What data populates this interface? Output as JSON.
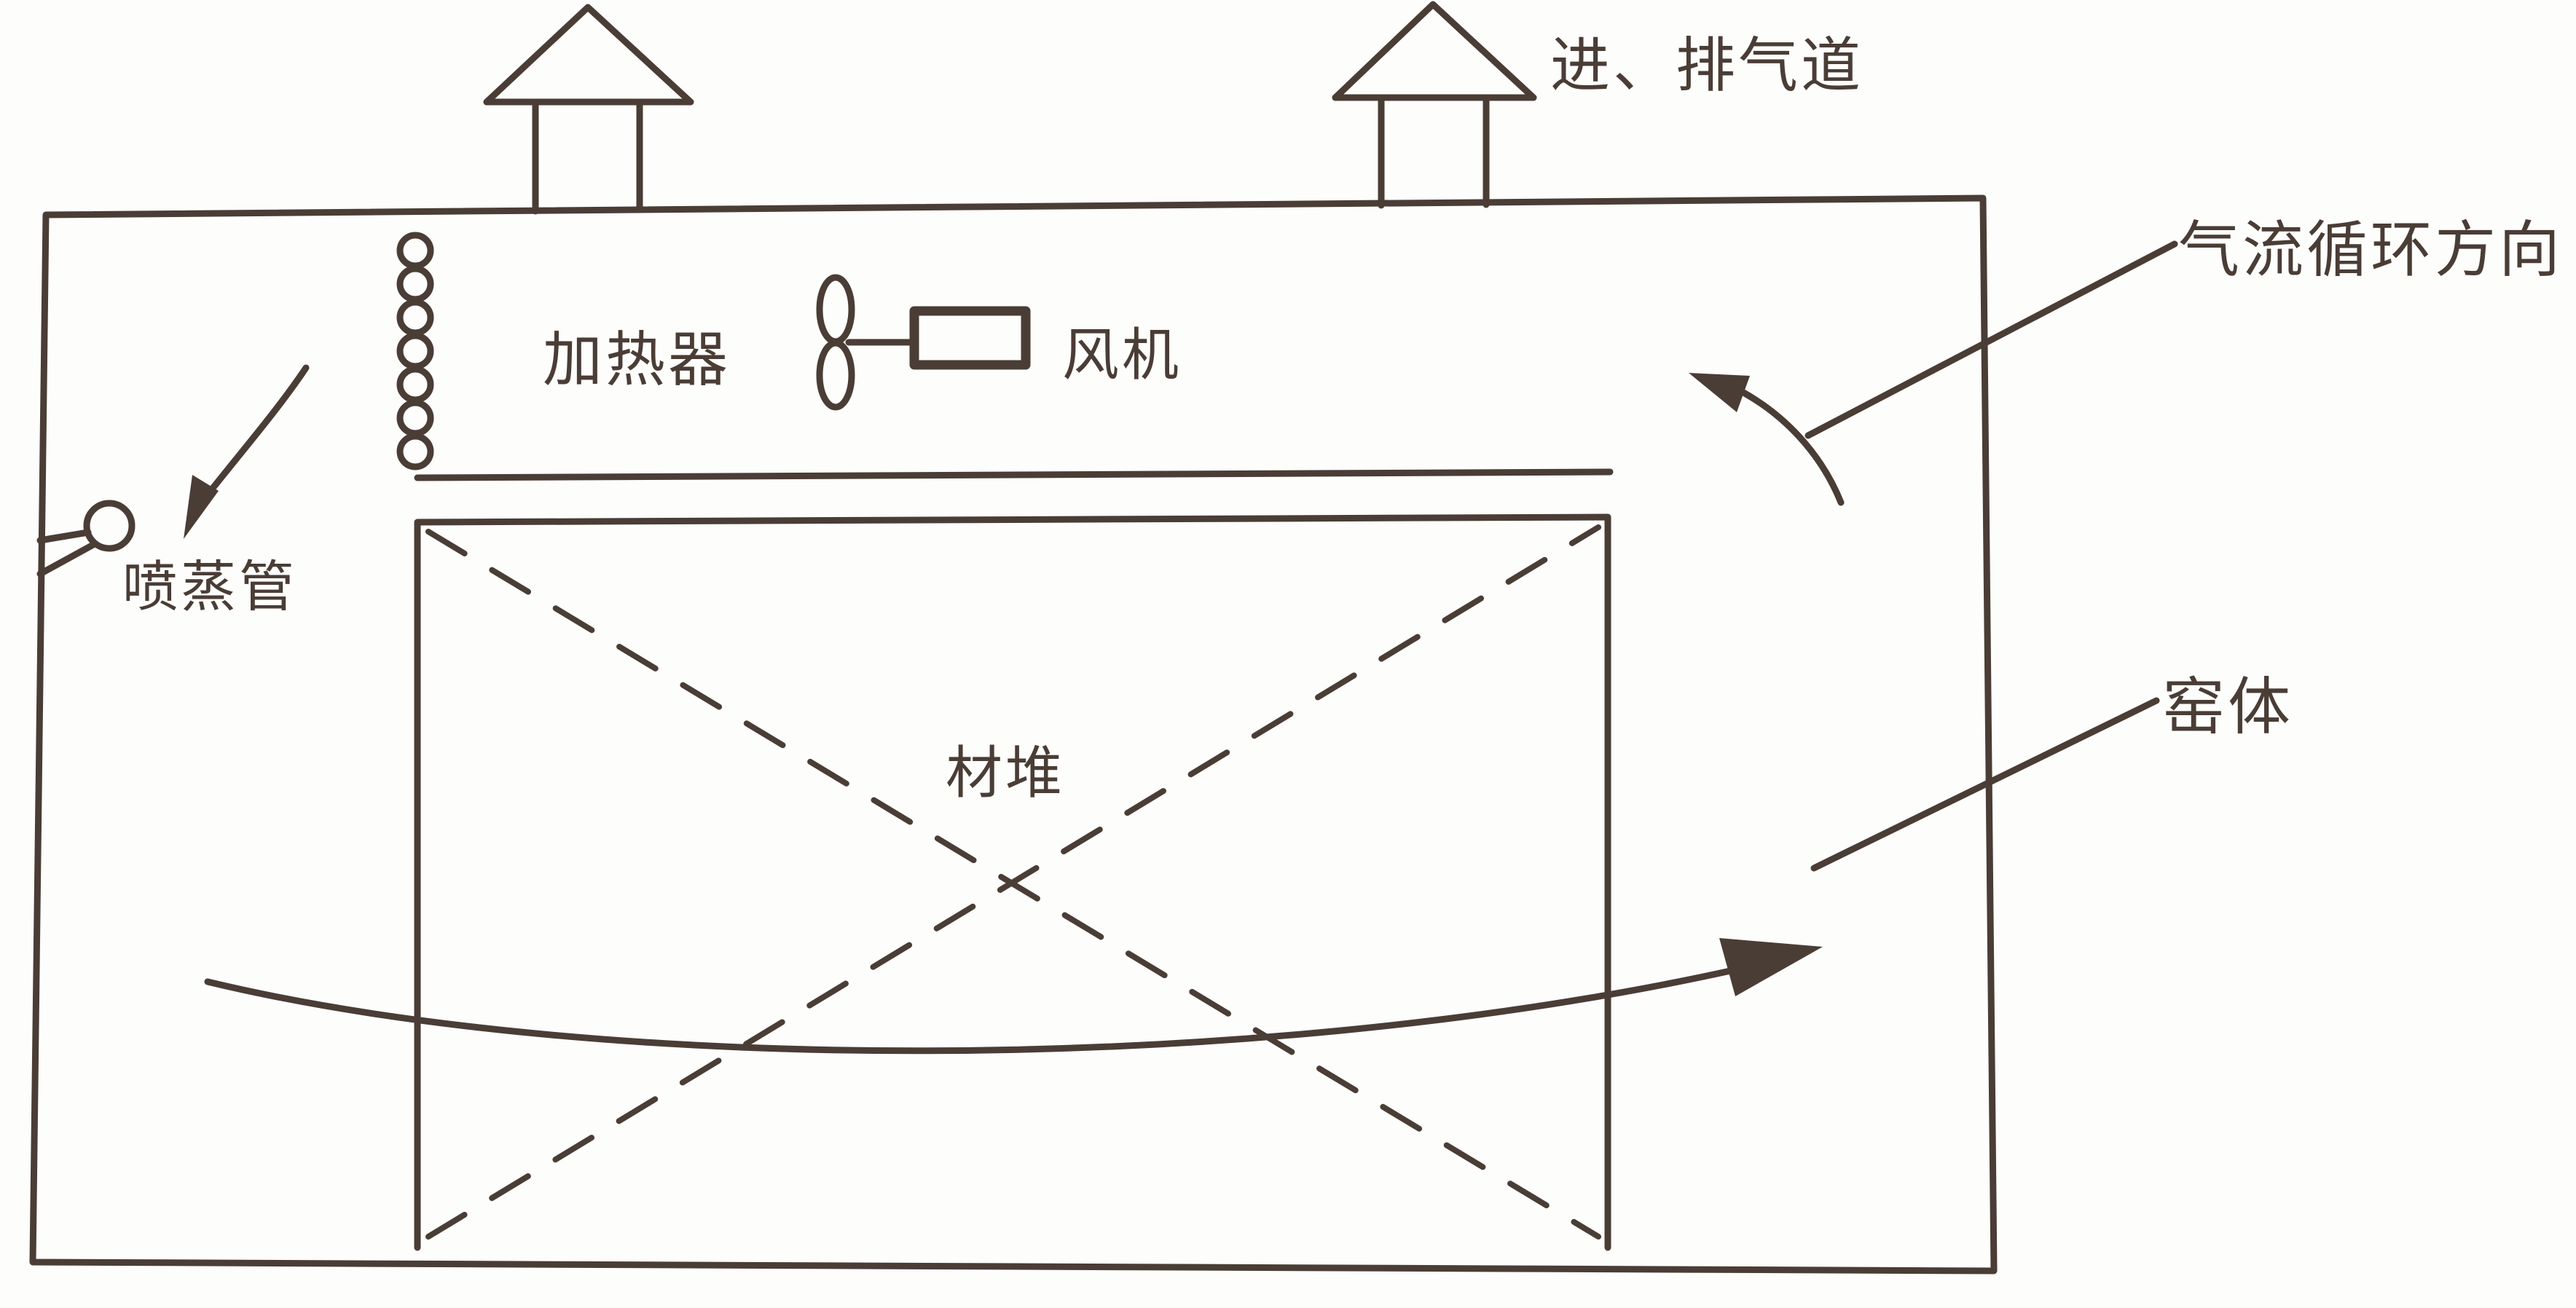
{
  "figure": {
    "title_hint": "wood-drying-kiln-schematic",
    "labels": {
      "exhaust_duct": "进、排气道",
      "airflow_direction": "气流循环方向",
      "kiln_body": "窑体",
      "heater": "加热器",
      "fan": "风机",
      "steam_spray_pipe": "喷蒸管",
      "timber_stack": "材堆"
    },
    "colors": {
      "ink": "#4a3d36",
      "paper": "#fdfdfb"
    }
  }
}
